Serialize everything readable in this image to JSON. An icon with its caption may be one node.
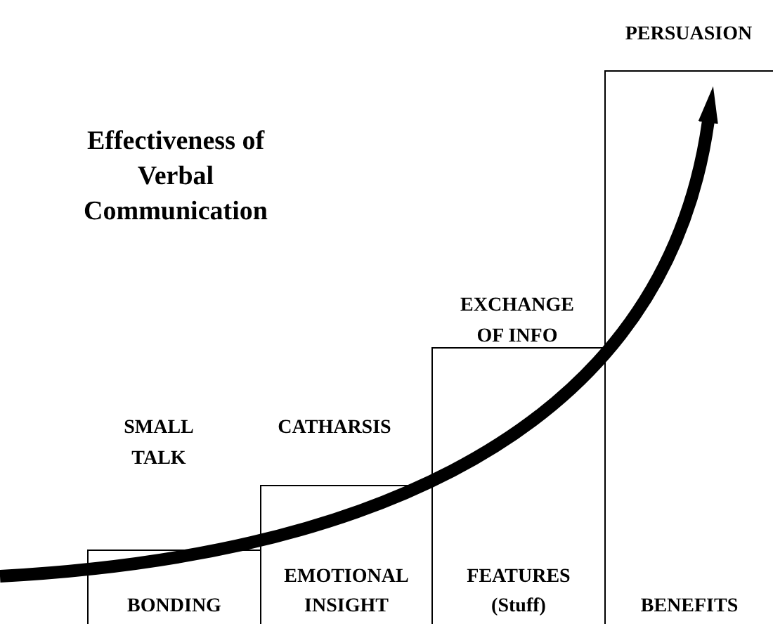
{
  "diagram": {
    "title": "Effectiveness of Verbal Communication",
    "nodes": [
      {
        "text": [
          "BONDING"
        ]
      },
      {
        "text": [
          "EMOTIONAL INSIGHT"
        ]
      },
      {
        "text": [
          "FEATURES (Stuff)"
        ]
      },
      {
        "text": [
          "BENEFITS"
        ]
      }
    ],
    "labels": [
      "PERSUASION",
      "EXCHANGE OF INFO",
      "CATHARSIS",
      "SMALL TALK"
    ]
  }
}
